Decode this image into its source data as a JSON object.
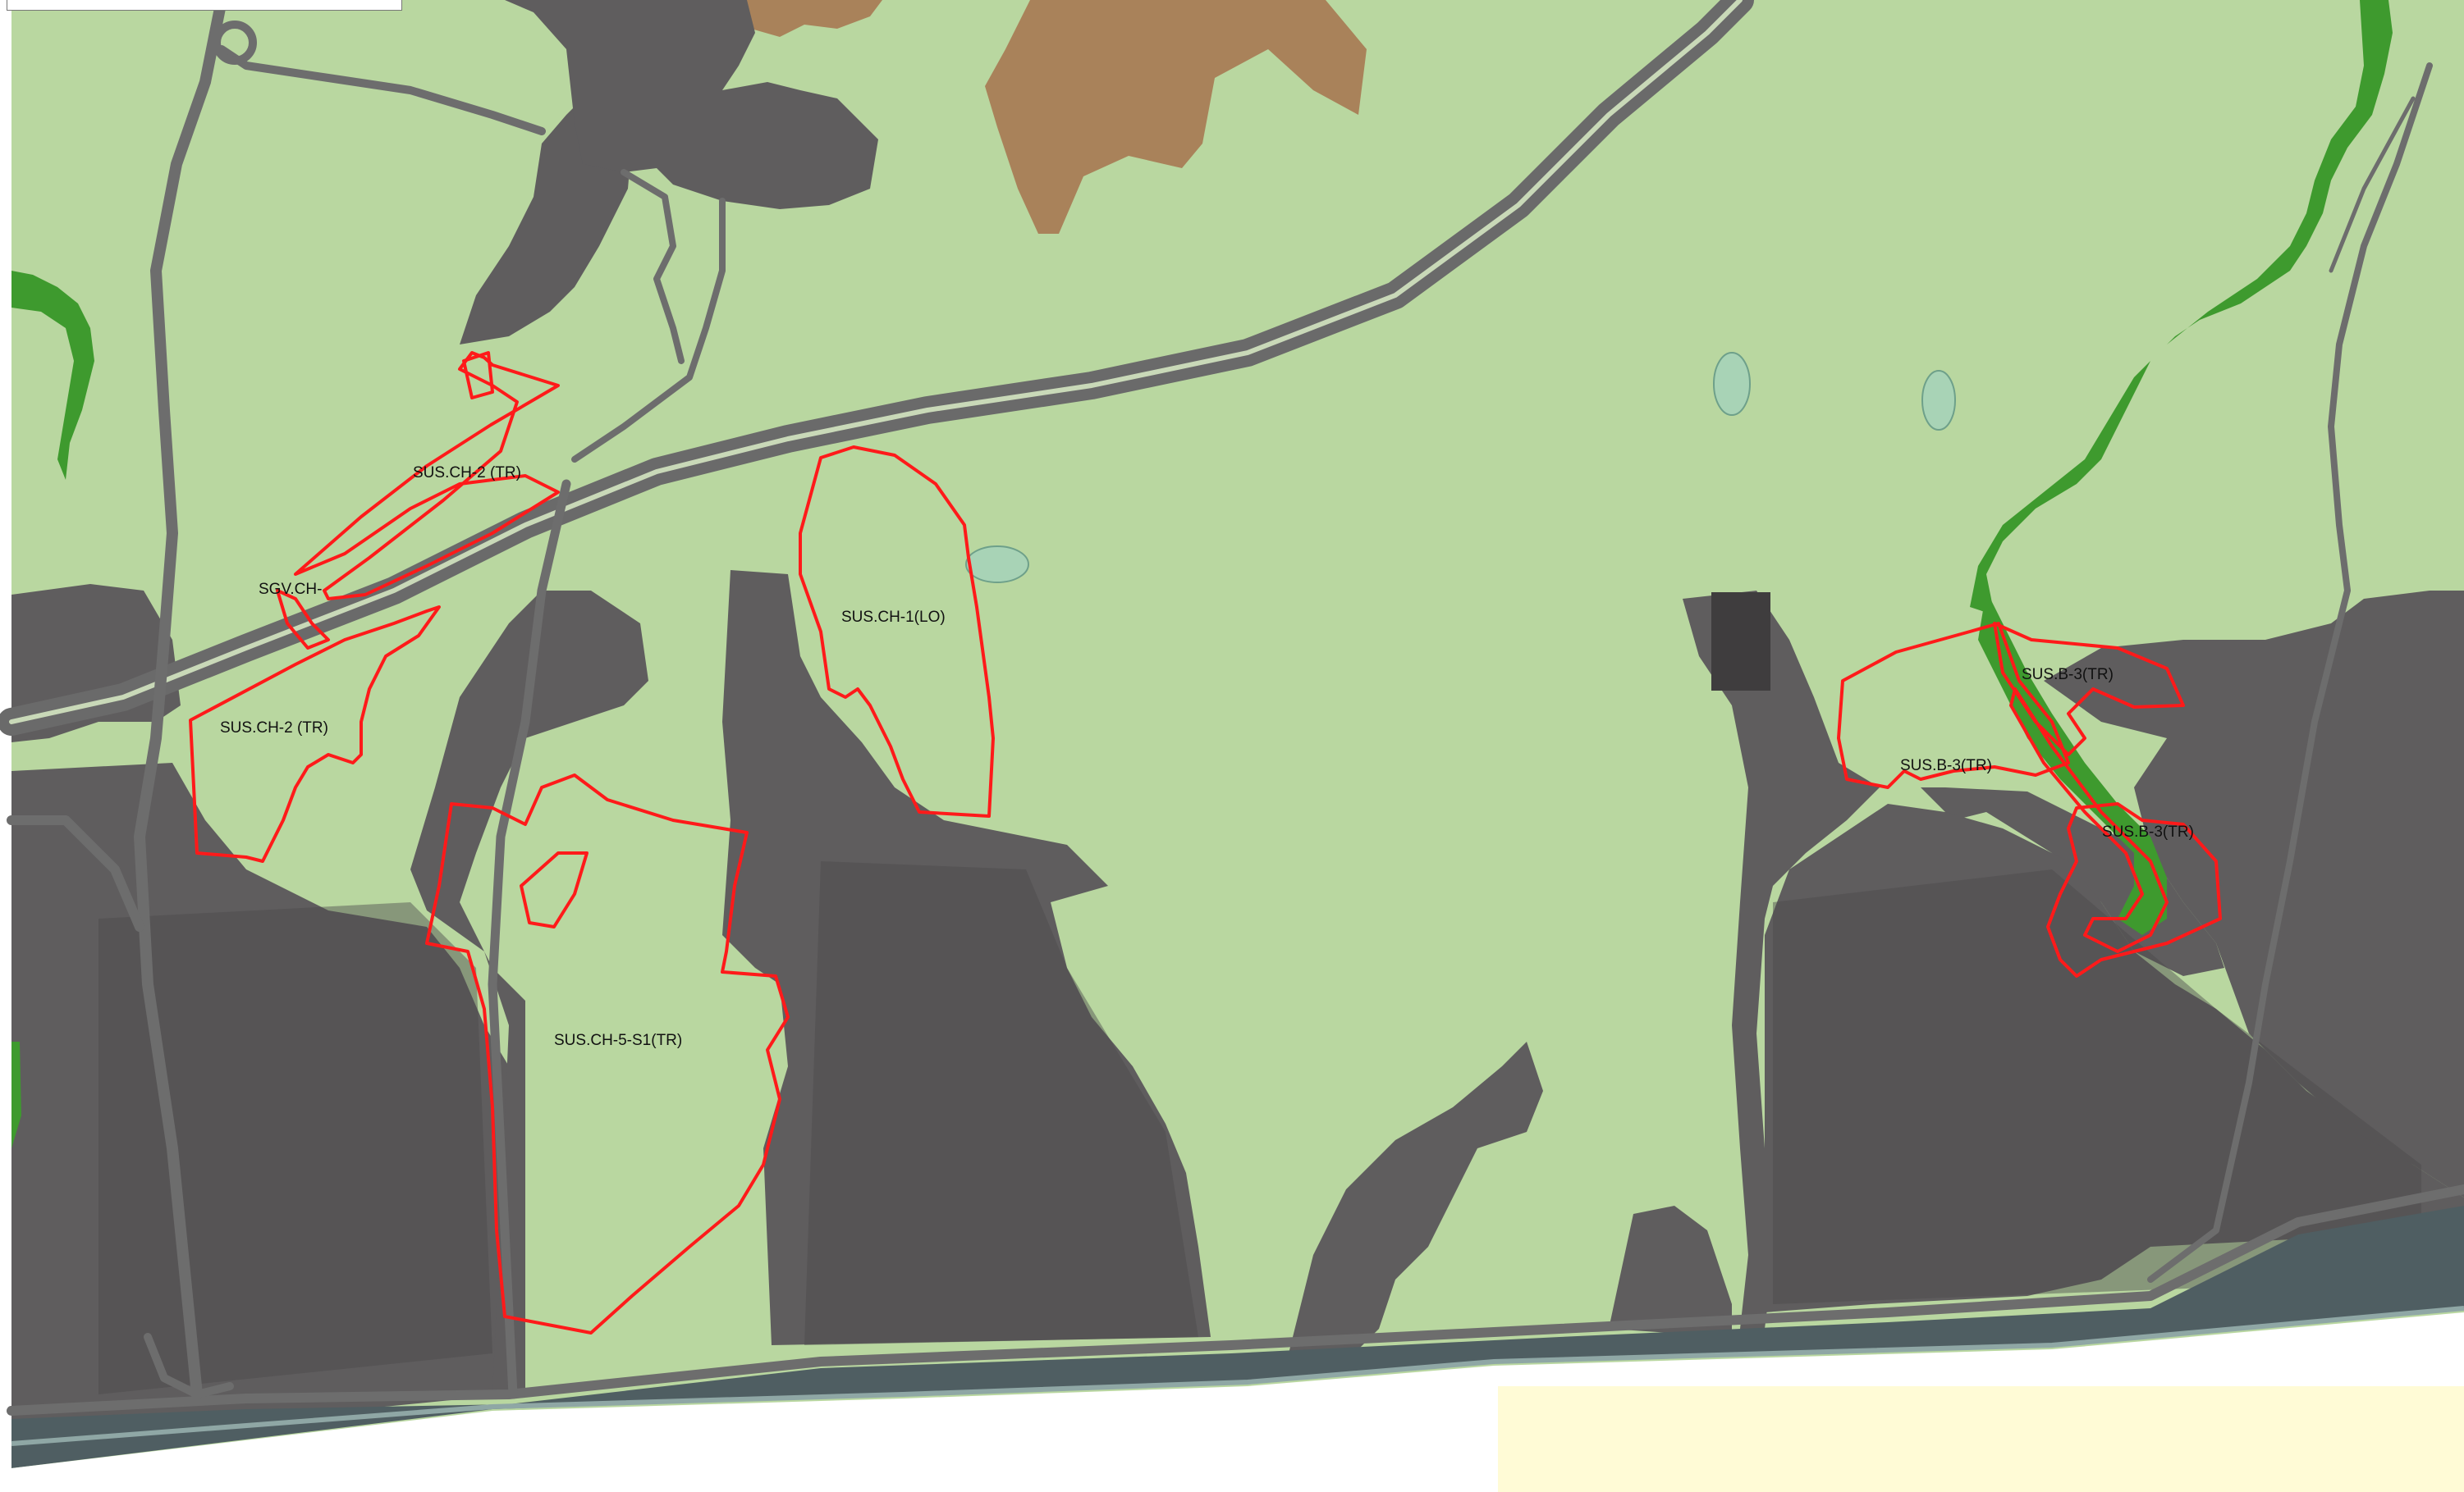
{
  "colors": {
    "green_land": "#b9d7a0",
    "urban_gray": "#5f5d5e",
    "urban_dark": "#4c4a4b",
    "road": "#6d6d6d",
    "river_green": "#3e9a2e",
    "brown_area": "#a9825a",
    "sector_outline": "#ff1a1a",
    "beach_sand": "#fffbd6",
    "sea": "#4f5e62",
    "white": "#ffffff"
  },
  "labels": {
    "sus_ch2_tr_north": "SUS.CH-2 (TR)",
    "sgv_ch": "SGV.CH-",
    "sus_ch2_tr_south": "SUS.CH-2 (TR)",
    "sus_ch1_lo": "SUS.CH-1(LO)",
    "sus_ch5_s1_tr": "SUS.CH-5-S1(TR)",
    "sus_b3_tr_east": "SUS.B-3(TR)",
    "sus_b3_tr_west": "SUS.B-3(TR)",
    "sus_b3_tr_south": "SUS.B-3(TR)"
  }
}
